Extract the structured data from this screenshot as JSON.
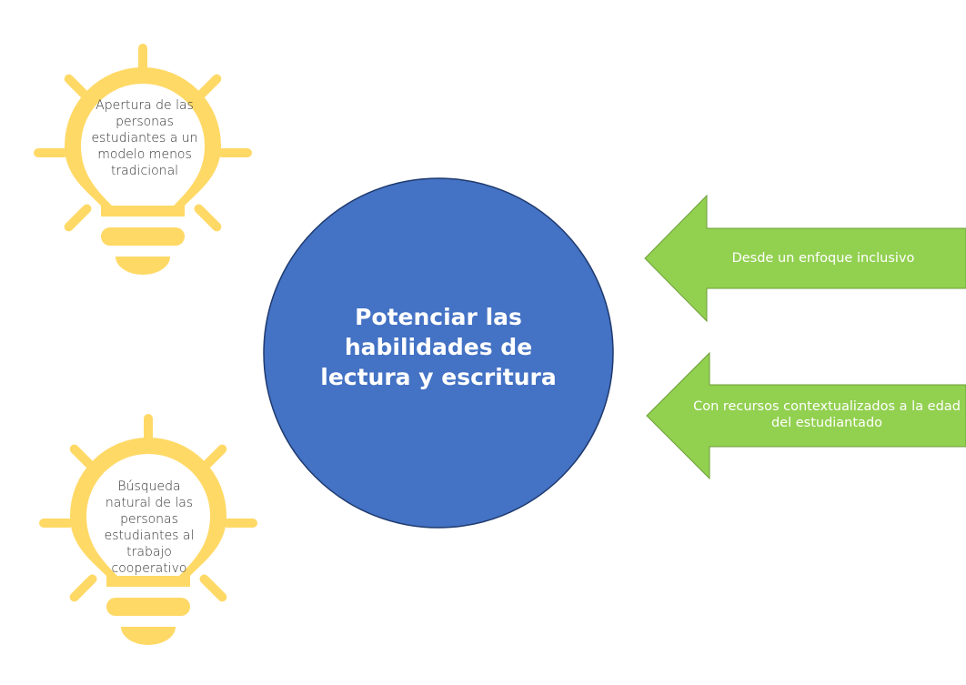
{
  "colors": {
    "bulb": "#FFD966",
    "circle_fill": "#4472C4",
    "circle_stroke": "#1F3A6E",
    "arrow_fill": "#92D050",
    "arrow_stroke": "#6E9E3A"
  },
  "center": {
    "text": "Potenciar las habilidades de lectura y escritura"
  },
  "bulbs": [
    {
      "icon": "lightbulb-icon",
      "text": "Apertura de las personas estudiantes a un modelo menos tradicional"
    },
    {
      "icon": "lightbulb-icon",
      "text": "Búsqueda natural de las personas estudiantes al trabajo cooperativo"
    }
  ],
  "arrows": [
    {
      "text": "Desde un enfoque inclusivo"
    },
    {
      "text": "Con recursos contextualizados a la edad del estudiantado"
    }
  ]
}
